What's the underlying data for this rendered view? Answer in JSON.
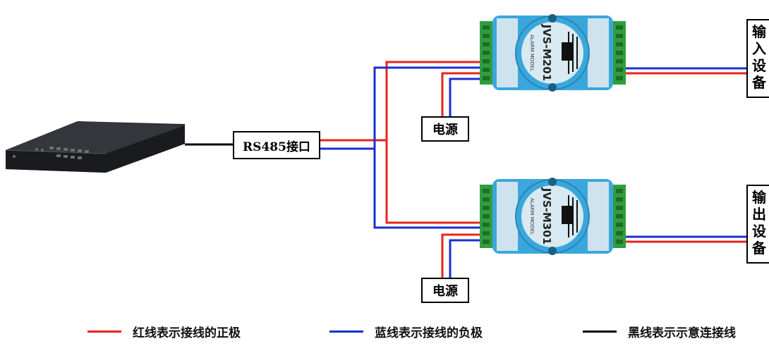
{
  "interface_label": "RS485接口",
  "power_label": "电源",
  "input_device_label": [
    "输",
    "入",
    "设",
    "备"
  ],
  "output_device_label": [
    "输",
    "出",
    "设",
    "备"
  ],
  "module_top": {
    "model": "JVS-M201",
    "text": "ALARM MODEL"
  },
  "module_bottom": {
    "model": "JVS-M301",
    "text": "ALARM MODEL"
  },
  "legend": [
    {
      "text": "红线表示接线的正极",
      "color": "#e8241c"
    },
    {
      "text": "蓝线表示接线的负极",
      "color": "#1a2fd0"
    },
    {
      "text": "黑线表示示意连接线",
      "color": "#000000"
    }
  ],
  "colors": {
    "positive": "#e8241c",
    "negative": "#1a2fd0",
    "link": "#000000",
    "module_body": "#3aa7dc",
    "terminal": "#2f9e3c",
    "dvr": "#1e1f22"
  }
}
